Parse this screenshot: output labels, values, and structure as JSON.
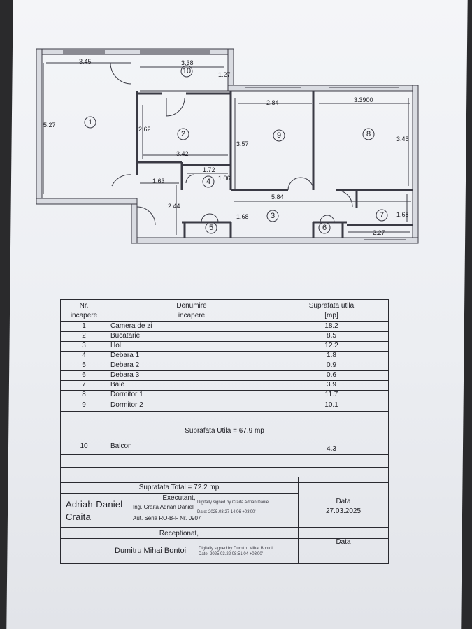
{
  "plan": {
    "dimensions": {
      "d1": "3.45",
      "d2": "3.38",
      "d3": "1.27",
      "d4": "5.27",
      "d5": "2.84",
      "d6": "3.3900",
      "d7": "3.45",
      "d8": "2.62",
      "d9": "3.42",
      "d10": "3.57",
      "d11": "1.72",
      "d12": "1.06",
      "d13": "1.63",
      "d14": "5.84",
      "d15": "2.44",
      "d16": "1.68",
      "d17": "1.68",
      "d18": "2.27"
    },
    "rooms": [
      "1",
      "2",
      "3",
      "4",
      "5",
      "6",
      "7",
      "8",
      "9",
      "10"
    ]
  },
  "table": {
    "header": {
      "nr": "Nr.\nincapere",
      "nr_line1": "Nr.",
      "nr_line2": "incapere",
      "name_line1": "Denumire",
      "name_line2": "incapere",
      "area_line1": "Suprafata utila",
      "area_line2": "[mp]"
    },
    "rows": [
      {
        "nr": "1",
        "name": "Camera de zi",
        "area": "18.2"
      },
      {
        "nr": "2",
        "name": "Bucatarie",
        "area": "8.5"
      },
      {
        "nr": "3",
        "name": "Hol",
        "area": "12.2"
      },
      {
        "nr": "4",
        "name": "Debara 1",
        "area": "1.8"
      },
      {
        "nr": "5",
        "name": "Debara 2",
        "area": "0.9"
      },
      {
        "nr": "6",
        "name": "Debara 3",
        "area": "0.6"
      },
      {
        "nr": "7",
        "name": "Baie",
        "area": "3.9"
      },
      {
        "nr": "8",
        "name": "Dormitor 1",
        "area": "11.7"
      },
      {
        "nr": "9",
        "name": "Dormitor 2",
        "area": "10.1"
      }
    ],
    "useful_total": "Suprafata Utila = 67.9 mp",
    "balcony": {
      "nr": "10",
      "name": "Balcon",
      "area": "4.3"
    },
    "grand_total": "Suprafata Total = 72.2 mp",
    "executant_label": "Executant,",
    "executant_name": "Adriah-Daniel",
    "executant_surname": "Craita",
    "executant_title": "Ing. Craita Adrian Daniel",
    "executant_cert": "Aut. Seria RO-B-F Nr. 0907",
    "executant_digital_note": "Digitally signed by Craita Adrian Daniel",
    "executant_digital_date": "Date: 2025.03.27 14:06 +03'00'",
    "date_label": "Data",
    "date_value": "27.03.2025",
    "receptionat_label": "Receptionat,",
    "receptionat_name": "Dumitru Mihai Bontoi",
    "receptionat_digital_note": "Digitally signed by Dumitru Mihai Bontoi",
    "receptionat_digital_date": "Date: 2025.03.22 08:51:04 +03'00'",
    "date_label2": "Data"
  }
}
